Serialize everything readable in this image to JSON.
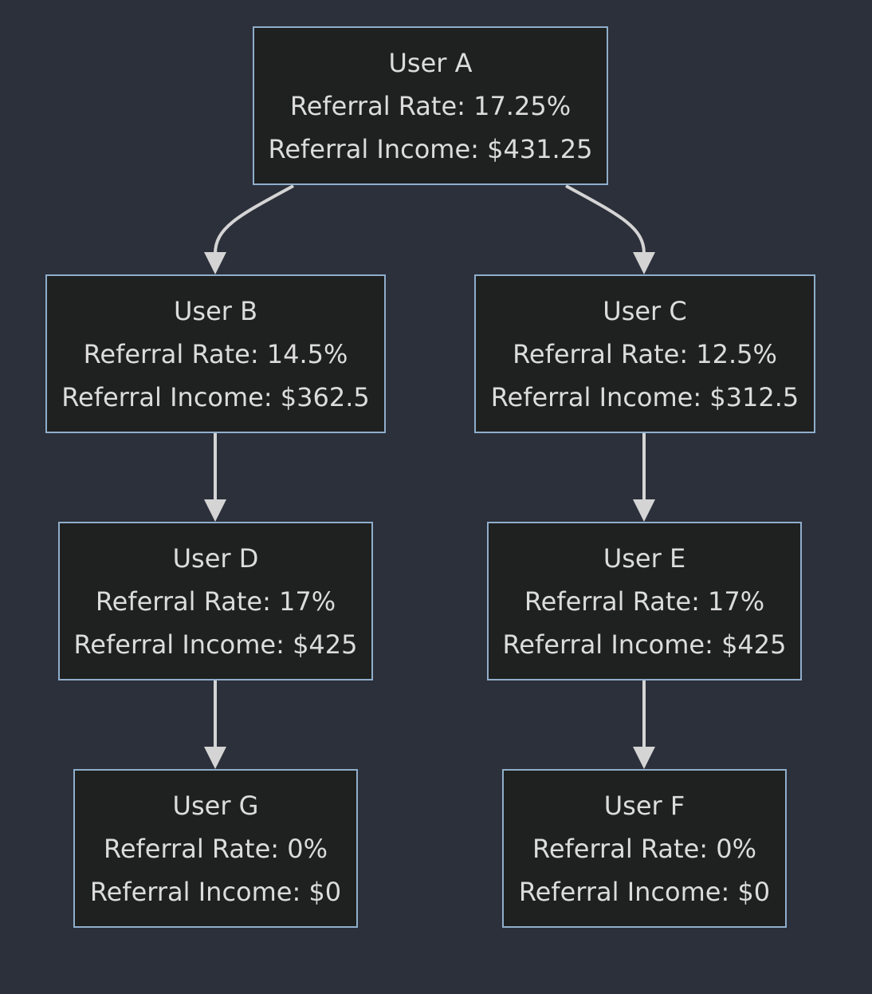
{
  "nodes": {
    "a": {
      "name": "User A",
      "rate": "Referral Rate: 17.25%",
      "income": "Referral Income: $431.25"
    },
    "b": {
      "name": "User B",
      "rate": "Referral Rate: 14.5%",
      "income": "Referral Income: $362.5"
    },
    "c": {
      "name": "User C",
      "rate": "Referral Rate: 12.5%",
      "income": "Referral Income: $312.5"
    },
    "d": {
      "name": "User D",
      "rate": "Referral Rate: 17%",
      "income": "Referral Income: $425"
    },
    "e": {
      "name": "User E",
      "rate": "Referral Rate: 17%",
      "income": "Referral Income: $425"
    },
    "g": {
      "name": "User G",
      "rate": "Referral Rate: 0%",
      "income": "Referral Income: $0"
    },
    "f": {
      "name": "User F",
      "rate": "Referral Rate: 0%",
      "income": "Referral Income: $0"
    }
  },
  "edges": [
    {
      "from": "a",
      "to": "b"
    },
    {
      "from": "a",
      "to": "c"
    },
    {
      "from": "b",
      "to": "d"
    },
    {
      "from": "c",
      "to": "e"
    },
    {
      "from": "d",
      "to": "g"
    },
    {
      "from": "e",
      "to": "f"
    }
  ],
  "colors": {
    "background": "#2c303b",
    "node_fill": "#1f2020",
    "node_border": "#8faecb",
    "text": "#dcdcdc",
    "edge": "#d4d4d4"
  }
}
